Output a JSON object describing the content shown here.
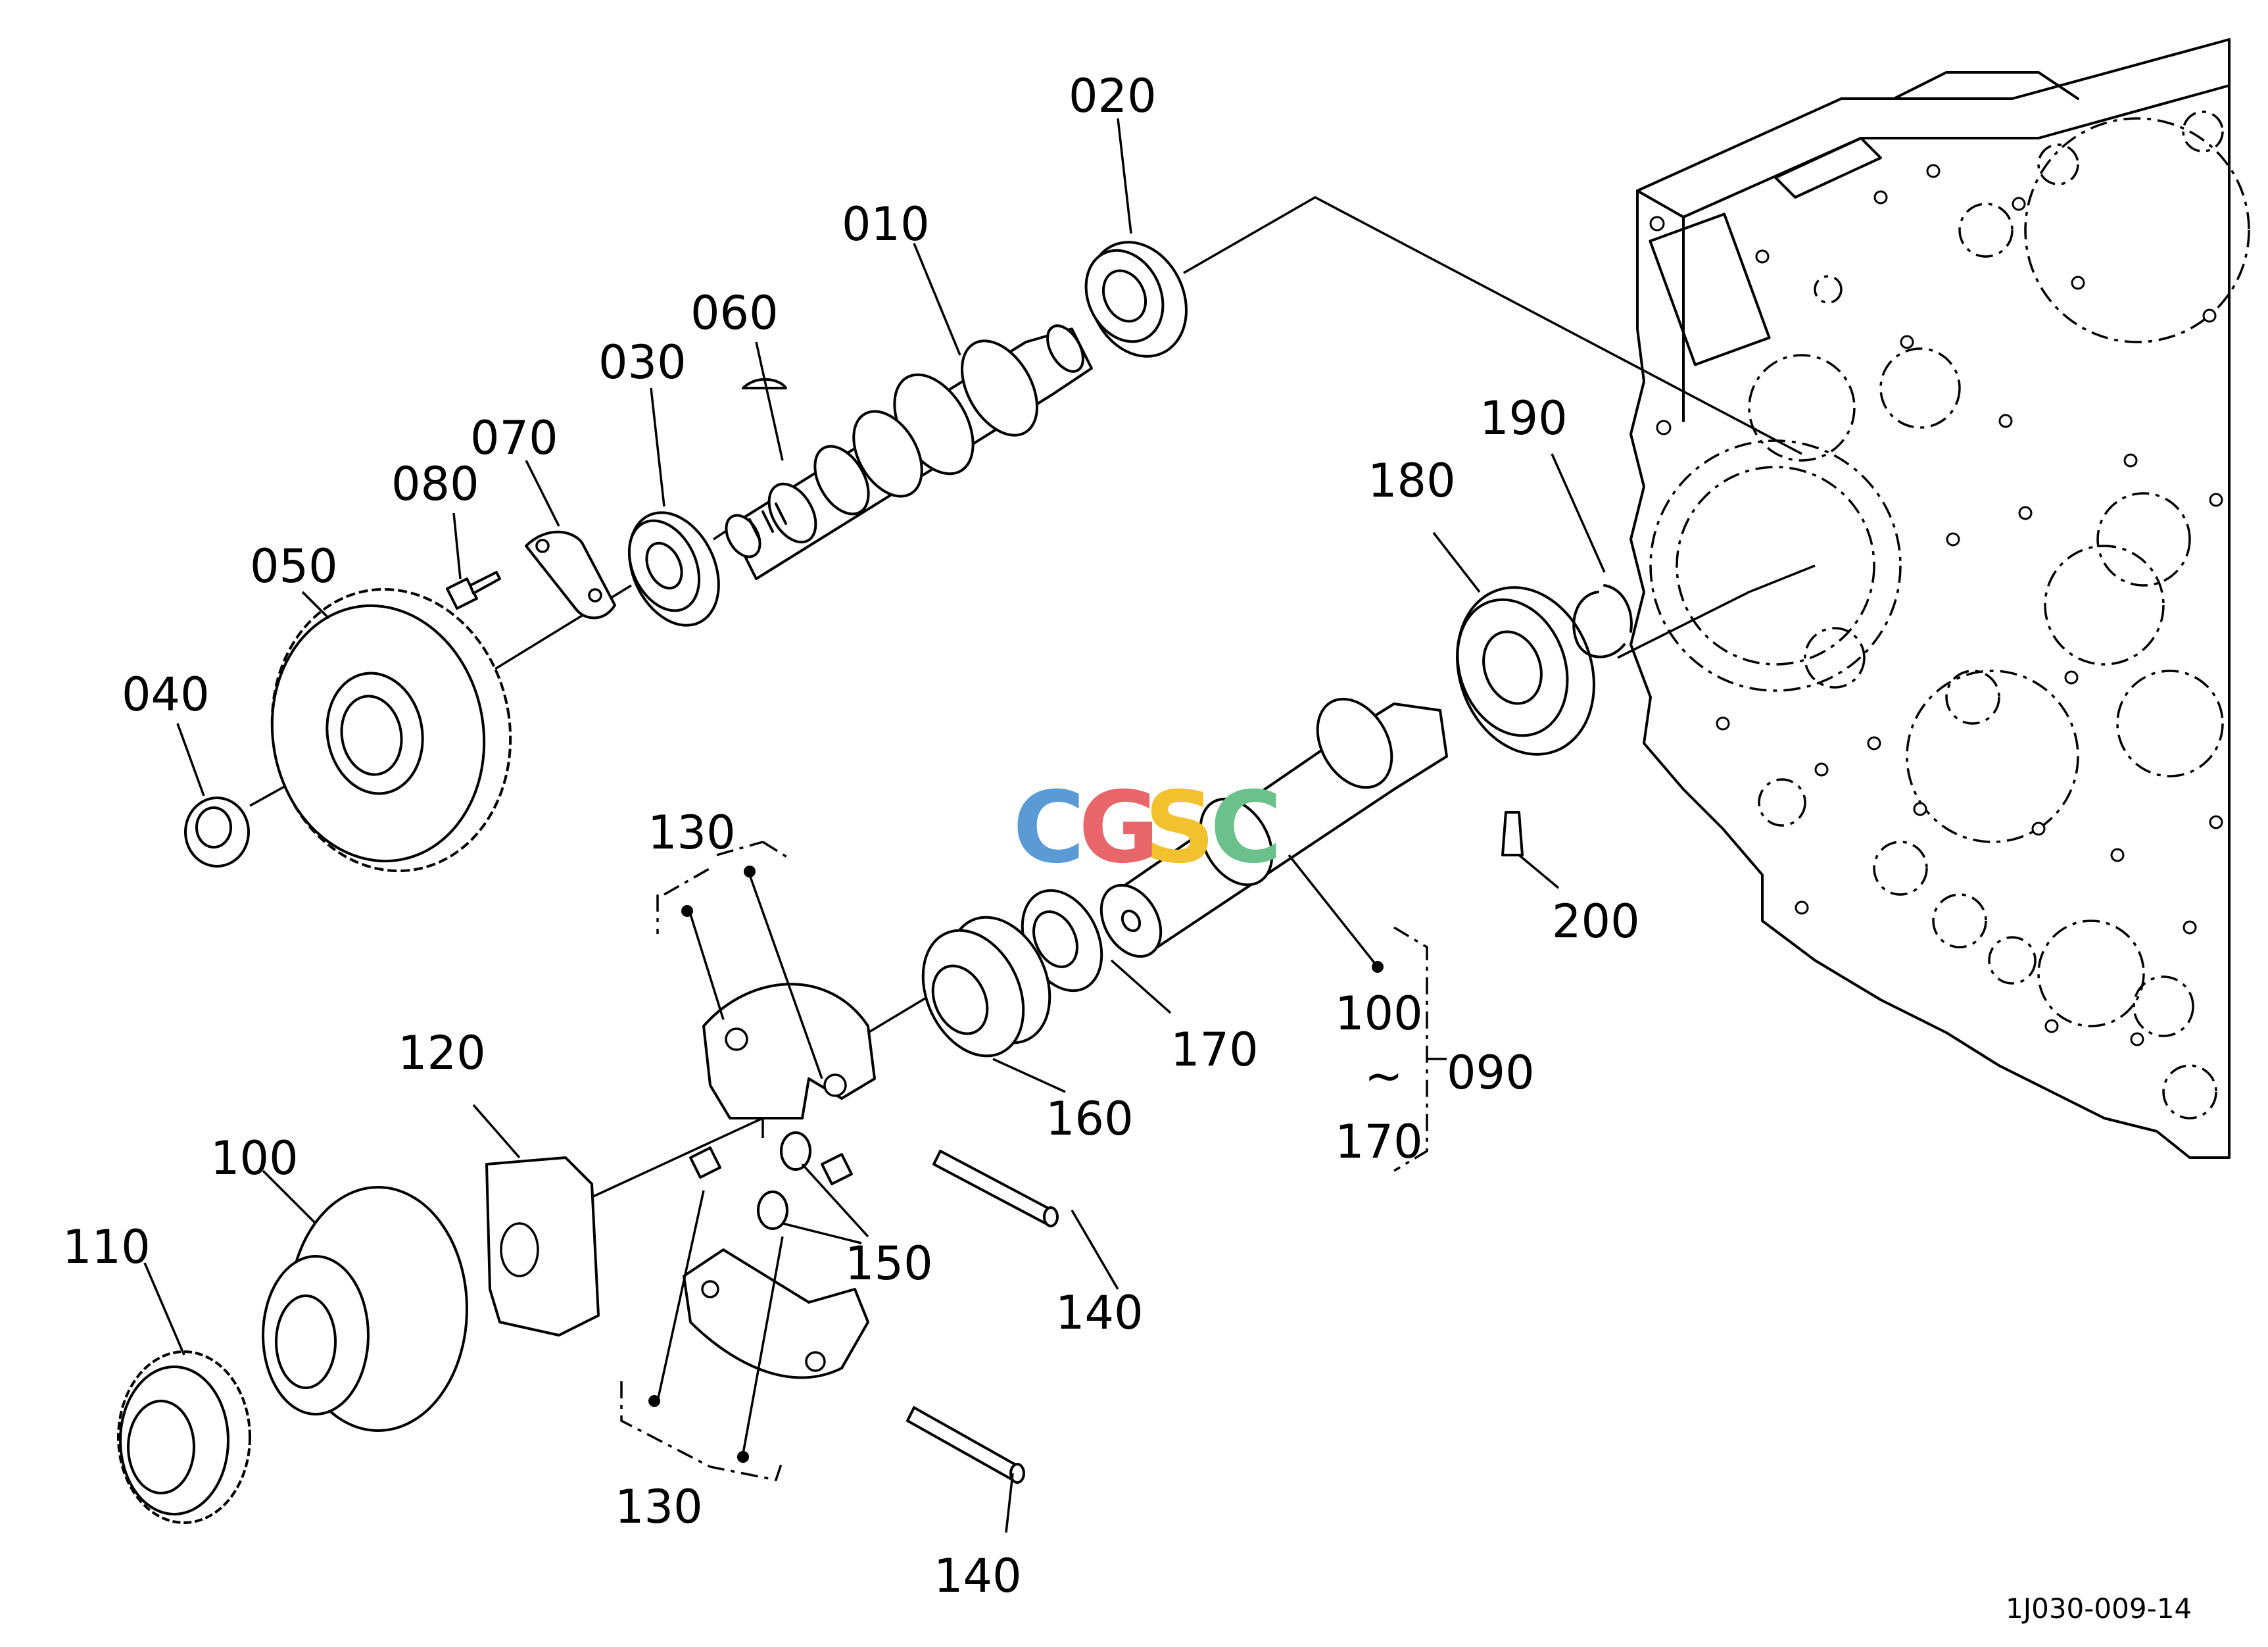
{
  "labels": {
    "l010": "010",
    "l020": "020",
    "l030": "030",
    "l040": "040",
    "l050": "050",
    "l060": "060",
    "l070": "070",
    "l080": "080",
    "l090": "090",
    "l100a": "100",
    "l100b": "100",
    "l110": "110",
    "l120": "120",
    "l130a": "130",
    "l130b": "130",
    "l140a": "140",
    "l140b": "140",
    "l150": "150",
    "l160": "160",
    "l170a": "170",
    "l170b": "170",
    "l180": "180",
    "l190": "190",
    "l200": "200",
    "tilde": "~"
  },
  "watermark": {
    "letters": [
      "C",
      "G",
      "S",
      "C"
    ],
    "colors": [
      "#5b9bd5",
      "#e8666a",
      "#f2c12e",
      "#6cc08b"
    ]
  },
  "figure_code": "1J030-009-14"
}
